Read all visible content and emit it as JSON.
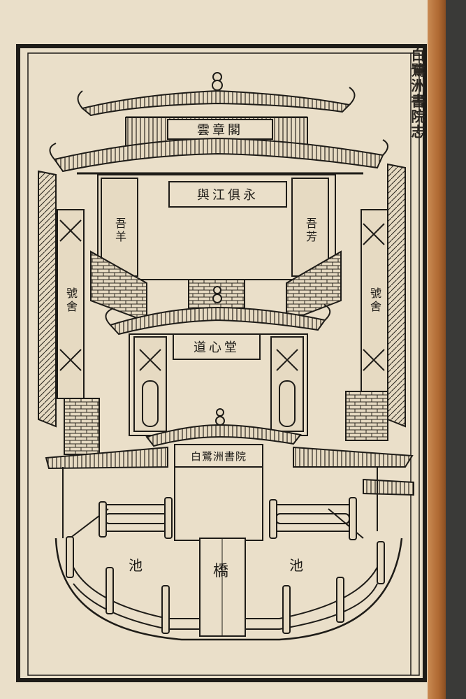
{
  "plaques": {
    "top_pavilion": "雲章閣",
    "middle_banner": "與江俱永",
    "hall": "道心堂",
    "academy": "白鷺洲書院",
    "bridge": "橋",
    "pond_left": "池",
    "pond_right": "池",
    "pillar_left": "吾羊",
    "pillar_right": "吾芳",
    "side_left": "號舍",
    "side_right": "號舍"
  },
  "margin": {
    "title_fragment": "白鷺洲書院志"
  },
  "colors": {
    "paper": "#eadfc9",
    "ink": "#1d1b17",
    "spine": "#b06a33",
    "background": "#3a3a38"
  }
}
